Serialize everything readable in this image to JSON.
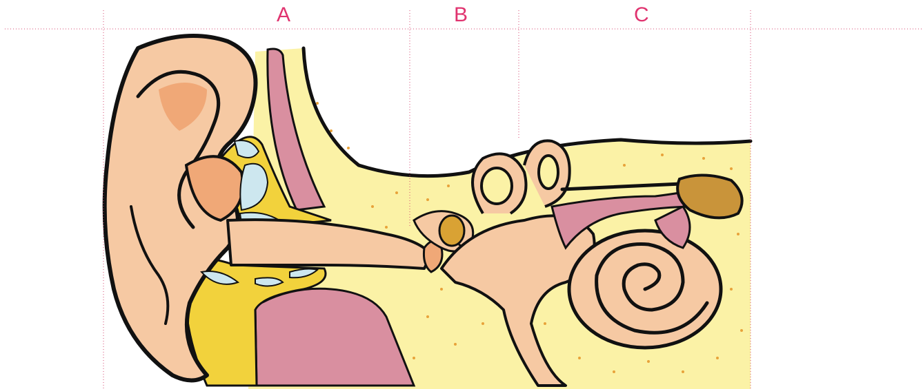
{
  "regions": [
    {
      "id": "A",
      "label": "A"
    },
    {
      "id": "B",
      "label": "B"
    },
    {
      "id": "C",
      "label": "C"
    }
  ],
  "colors": {
    "label": "#e0336f",
    "guide": "#d44a72",
    "skin": "#f6c9a3",
    "skin_shade": "#f0a877",
    "bone_fill": "#fbf2a6",
    "bone_dot": "#e8a23a",
    "canal_wall": "#f2d23c",
    "pink_tissue": "#d98fa0",
    "cartilage": "#cde7ef",
    "ossicle": "#d9a234",
    "outline": "#111111"
  },
  "icons": [
    "outer-ear-icon",
    "ear-canal-icon",
    "eardrum-icon",
    "ossicles-icon",
    "semicircular-canals-icon",
    "cochlea-icon",
    "auditory-nerve-icon"
  ]
}
